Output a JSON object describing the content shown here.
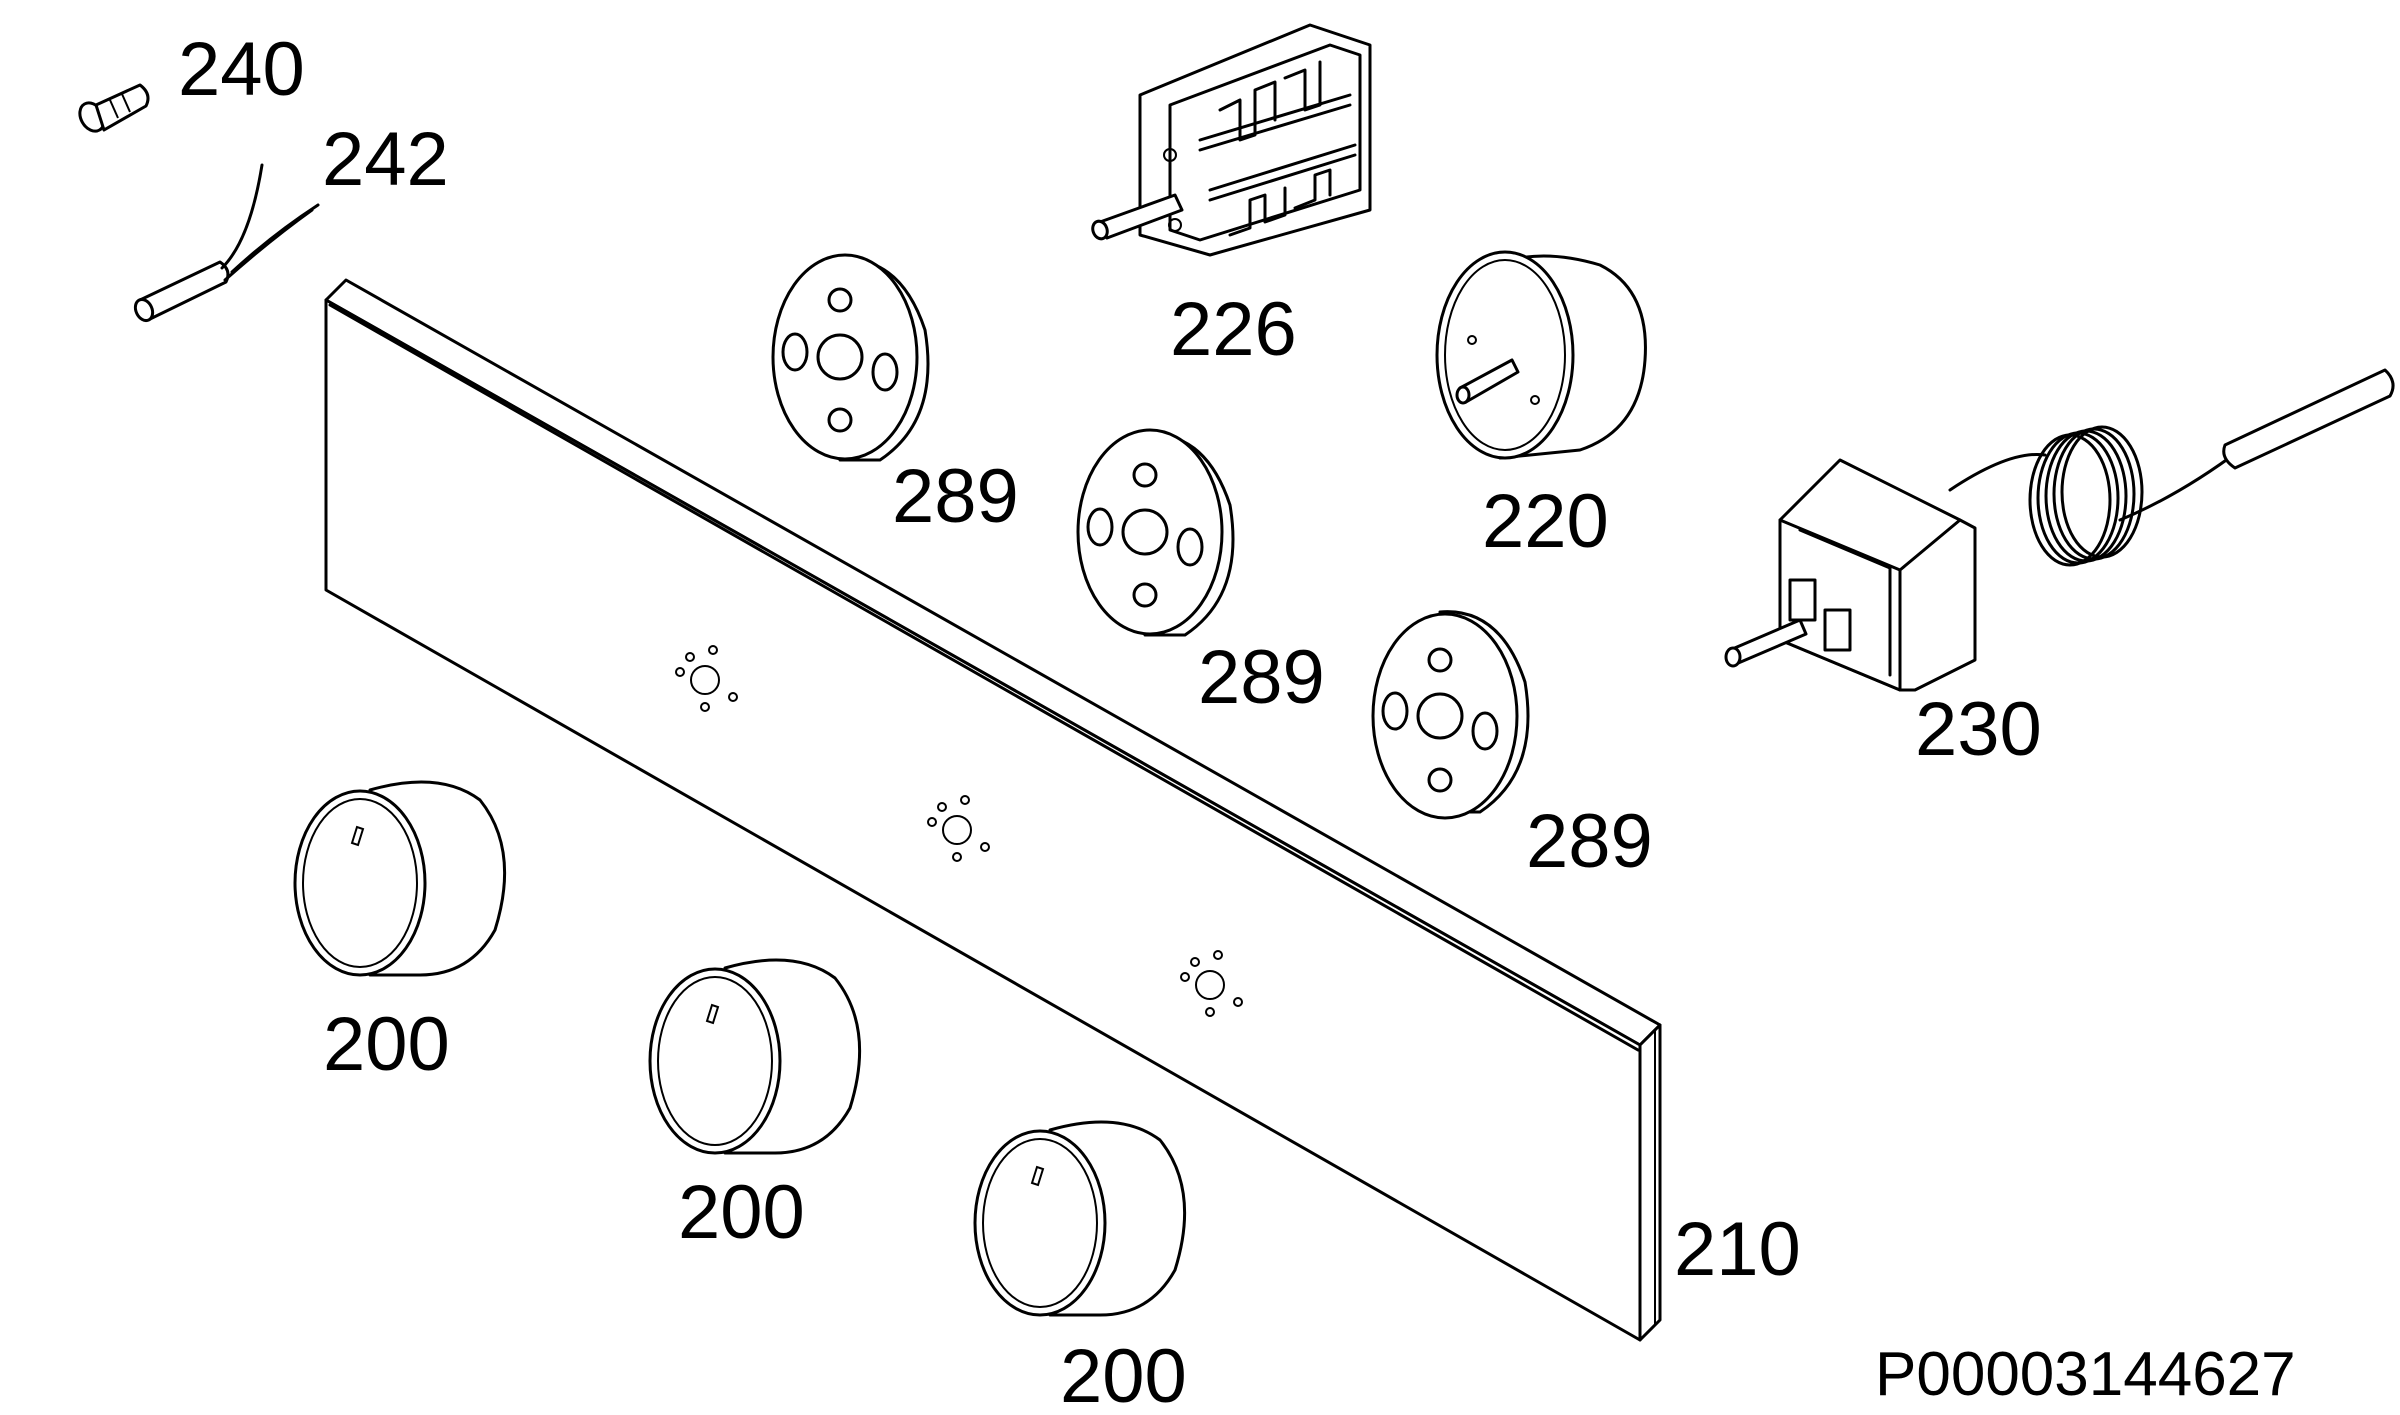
{
  "labels": {
    "screw": "240",
    "sensor_wire": "242",
    "selector_switch": "226",
    "spacer_1": "289",
    "spacer_2": "289",
    "spacer_3": "289",
    "timer": "220",
    "thermostat": "230",
    "knob_1": "200",
    "knob_2": "200",
    "knob_3": "200",
    "control_panel": "210"
  },
  "document_id": "P00003144627"
}
